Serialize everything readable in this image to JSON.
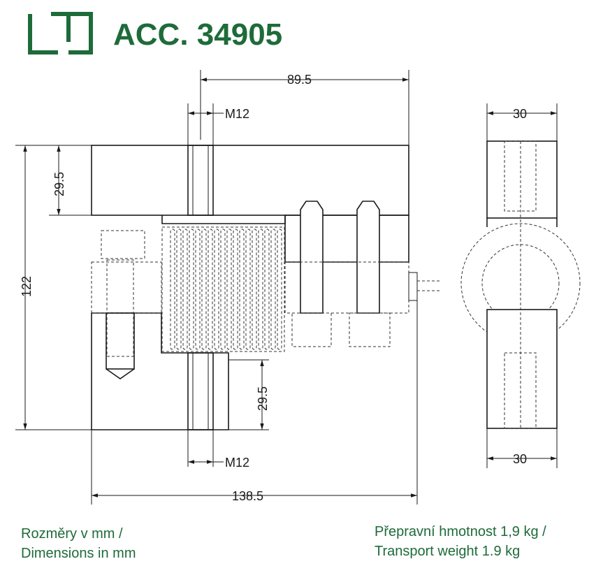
{
  "brand": {
    "accent_color": "#1e6b3a",
    "logo_icon": "tu-logo-icon"
  },
  "header": {
    "title": "ACC. 34905"
  },
  "dimensions": {
    "top_width": "89.5",
    "thread_top": "M12",
    "height_left": "29.5",
    "overall_height": "122",
    "height_right": "29.5",
    "thread_bottom": "M12",
    "overall_width": "138.5",
    "side_top": "30",
    "side_bottom": "30"
  },
  "notes": {
    "left_line1": "Rozměry v mm /",
    "left_line2": "Dimensions in mm",
    "right_line1": "Přepravní hmotnost 1,9 kg /",
    "right_line2": "Transport weight 1.9 kg"
  }
}
